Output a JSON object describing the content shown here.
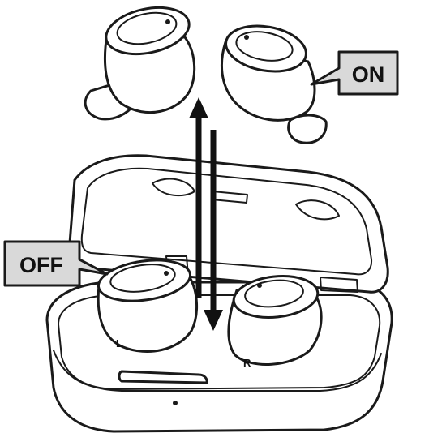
{
  "labels": {
    "on": "ON",
    "off": "OFF",
    "left_mark": "L",
    "right_mark": "R"
  },
  "colors": {
    "line": "#1a1a1a",
    "tag_fill": "#d9d9d9",
    "background": "#ffffff"
  }
}
